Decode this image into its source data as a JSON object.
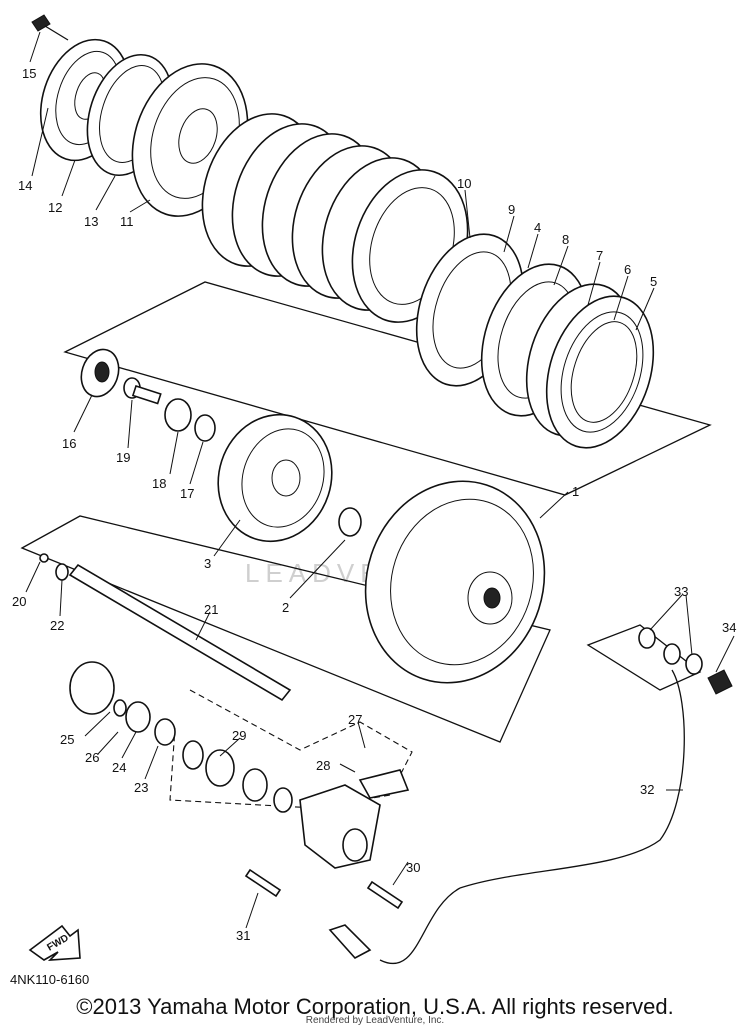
{
  "diagram": {
    "code": "4NK110-6160",
    "fwd_label": "FWD",
    "watermark": "LEADVENTURE",
    "copyright": "©2013 Yamaha Motor Corporation, U.S.A. All rights reserved.",
    "rendered_by": "Rendered by LeadVenture, Inc.",
    "callouts": [
      "1",
      "2",
      "3",
      "4",
      "5",
      "6",
      "7",
      "8",
      "9",
      "10",
      "11",
      "12",
      "13",
      "14",
      "15",
      "16",
      "17",
      "18",
      "19",
      "20",
      "21",
      "22",
      "23",
      "24",
      "25",
      "26",
      "27",
      "28",
      "29",
      "30",
      "31",
      "32",
      "33",
      "34"
    ]
  }
}
